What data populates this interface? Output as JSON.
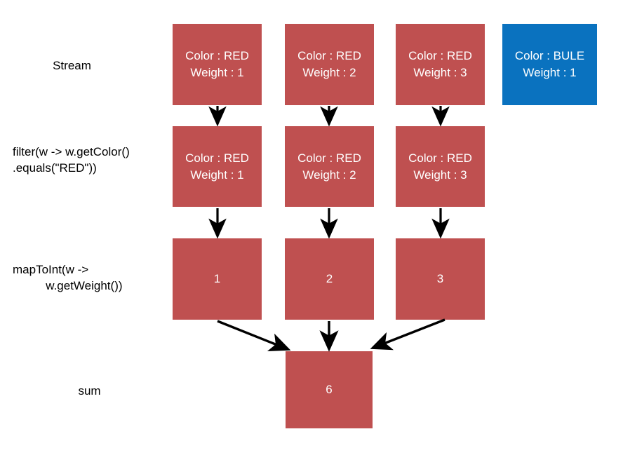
{
  "diagram": {
    "title": "Java Stream filter-mapToInt-sum pipeline",
    "background": "#ffffff",
    "colors": {
      "red_box": "#bf5050",
      "blue_box": "#0a72bf",
      "box_text": "#ffffff",
      "label_text": "#000000",
      "arrow": "#000000"
    },
    "stages": [
      {
        "id": "stream",
        "label": "Stream"
      },
      {
        "id": "filter",
        "label": "filter(w -> w.getColor()\n.equals(\"RED\"))"
      },
      {
        "id": "maptoint",
        "label": "mapToInt(w ->\n          w.getWeight())"
      },
      {
        "id": "sum",
        "label": "sum"
      }
    ],
    "rows": [
      {
        "stage": "stream",
        "nodes": [
          {
            "color": "red",
            "line1": "Color : RED",
            "line2": "Weight : 1"
          },
          {
            "color": "red",
            "line1": "Color : RED",
            "line2": "Weight : 2"
          },
          {
            "color": "red",
            "line1": "Color : RED",
            "line2": "Weight : 3"
          },
          {
            "color": "blue",
            "line1": "Color : BULE",
            "line2": "Weight : 1"
          }
        ]
      },
      {
        "stage": "filter",
        "nodes": [
          {
            "color": "red",
            "line1": "Color : RED",
            "line2": "Weight : 1"
          },
          {
            "color": "red",
            "line1": "Color : RED",
            "line2": "Weight : 2"
          },
          {
            "color": "red",
            "line1": "Color : RED",
            "line2": "Weight : 3"
          }
        ]
      },
      {
        "stage": "maptoint",
        "nodes": [
          {
            "color": "red",
            "line1": "1",
            "line2": ""
          },
          {
            "color": "red",
            "line1": "2",
            "line2": ""
          },
          {
            "color": "red",
            "line1": "3",
            "line2": ""
          }
        ]
      },
      {
        "stage": "sum",
        "nodes": [
          {
            "color": "red",
            "line1": "6",
            "line2": ""
          }
        ]
      }
    ]
  }
}
